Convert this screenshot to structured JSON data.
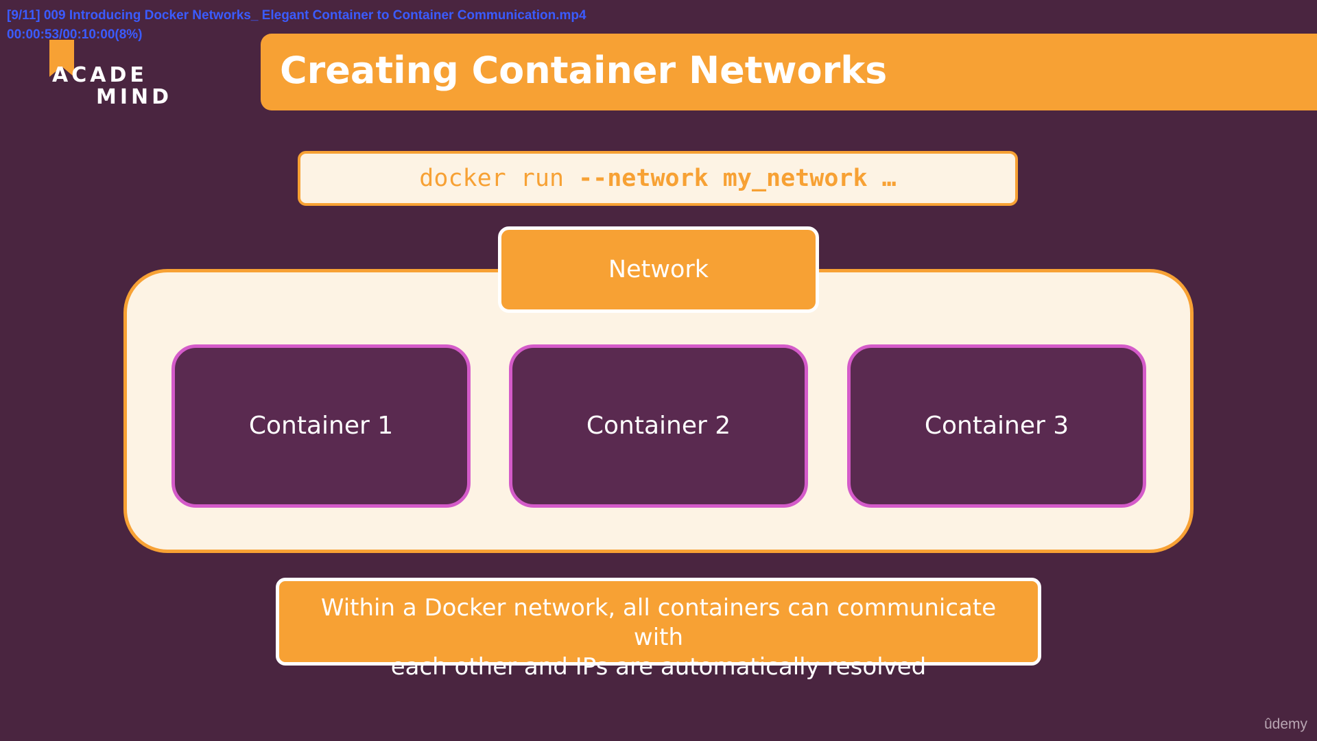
{
  "player_overlay": {
    "file_title": "[9/11] 009 Introducing Docker Networks_ Elegant Container to Container Communication.mp4",
    "timecode": "00:00:53/00:10:00(8%)"
  },
  "logo": {
    "line1": "ACADE",
    "line2": "MIND"
  },
  "slide": {
    "title": "Creating Container Networks",
    "command": {
      "prefix": "docker run ",
      "flag": "--network my_network",
      "suffix": " …"
    },
    "network_label": "Network",
    "containers": [
      "Container 1",
      "Container 2",
      "Container 3"
    ],
    "note_line1": "Within a Docker network, all containers can communicate with",
    "note_line2": "each other and IPs are automatically resolved"
  },
  "watermark": "ûdemy",
  "colors": {
    "background": "#4a2540",
    "accent_orange": "#f7a134",
    "panel_cream": "#fdf3e4",
    "container_fill": "#5a2a50",
    "container_border": "#d45bc9",
    "overlay_text": "#3b5bff"
  }
}
